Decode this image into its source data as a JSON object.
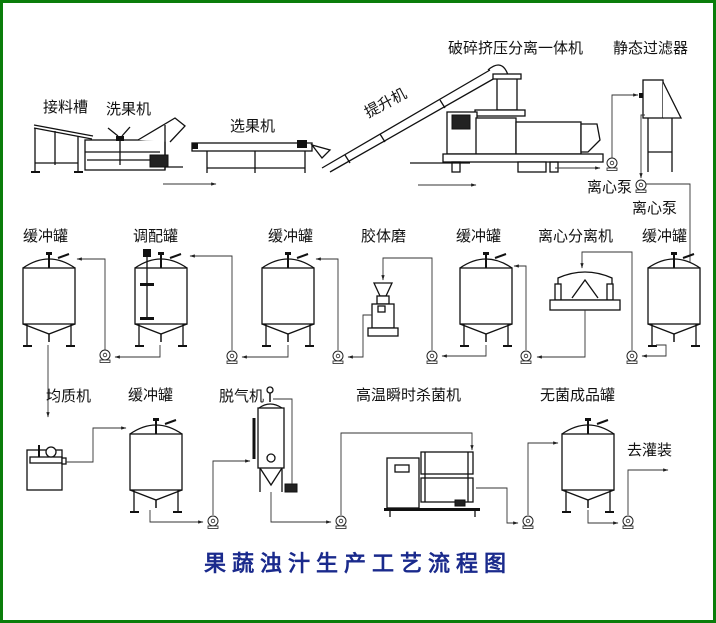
{
  "diagram": {
    "title": "果蔬浊汁生产工艺流程图",
    "border_color": "#0a7d0a",
    "title_color": "#1a2a8c",
    "row1": {
      "labels": {
        "receiving_trough": "接料槽",
        "fruit_washer": "洗果机",
        "sorting_machine": "选果机",
        "elevator": "提升机",
        "crusher_press_separator": "破碎挤压分离一体机",
        "static_filter": "静态过滤器",
        "centrifugal_pump_1": "离心泵",
        "centrifugal_pump_2": "离心泵"
      }
    },
    "row2": {
      "labels": {
        "buffer_tank_1": "缓冲罐",
        "blending_tank": "调配罐",
        "buffer_tank_2": "缓冲罐",
        "colloid_mill": "胶体磨",
        "buffer_tank_3": "缓冲罐",
        "centrifugal_separator": "离心分离机",
        "buffer_tank_4": "缓冲罐"
      }
    },
    "row3": {
      "labels": {
        "homogenizer": "均质机",
        "buffer_tank_5": "缓冲罐",
        "deaerator": "脱气机",
        "uht_sterilizer": "高温瞬时杀菌机",
        "aseptic_product_tank": "无菌成品罐",
        "to_filling": "去灌装"
      }
    }
  }
}
